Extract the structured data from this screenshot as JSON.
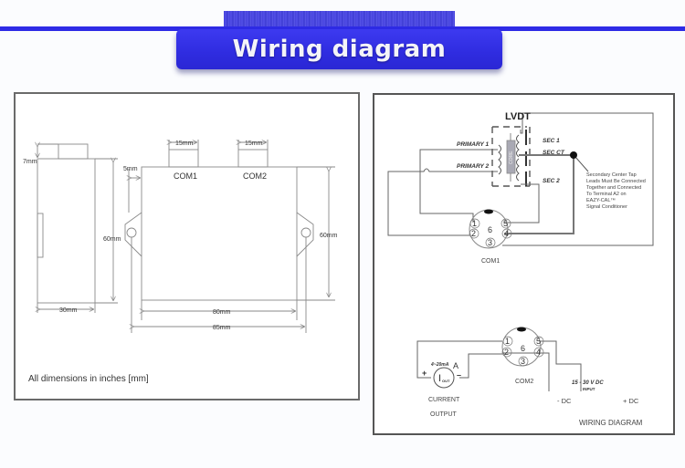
{
  "header": {
    "title": "Wiring diagram",
    "accent_color": "#2e2be6"
  },
  "dimensions_panel": {
    "side_view": {
      "top_height": "7mm",
      "height": "60mm",
      "width": "30mm"
    },
    "front_view": {
      "connector_widths": [
        "15mm",
        "15mm"
      ],
      "connector_labels": [
        "COM1",
        "COM2"
      ],
      "tab_offset": "5mm",
      "height": "60mm",
      "body_width": "80mm",
      "overall_width": "85mm"
    },
    "footnote": "All dimensions in inches [mm]"
  },
  "wiring_panel": {
    "lvdt": {
      "title": "LVDT",
      "primary_labels": [
        "PRIMARY 1",
        "PRIMARY 2"
      ],
      "secondary_labels": [
        "SEC 1",
        "SEC CT",
        "SEC 2"
      ],
      "core_label": "CORE",
      "note_lines": [
        "Secondary Center Tap",
        "Leads Must Be Connected",
        "Together and Connected",
        "To Terminal A2 on",
        "EAZY-CAL™",
        "Signal Conditioner"
      ]
    },
    "com1": {
      "label": "COM1",
      "pins": [
        "1",
        "2",
        "3",
        "4",
        "5",
        "6"
      ]
    },
    "com2": {
      "label": "COM2",
      "pins": [
        "1",
        "2",
        "3",
        "4",
        "5",
        "6"
      ]
    },
    "current_output": {
      "range_label": "4~20mA",
      "range_unit": "A",
      "symbol_main": "I",
      "symbol_sub": "OUT",
      "plus": "+",
      "minus": "–",
      "label_line1": "CURRENT",
      "label_line2": "OUTPUT"
    },
    "dc_input": {
      "voltage": "15 - 30 V DC",
      "input_label": "INPUT",
      "minus_label": "- DC",
      "plus_label": "+ DC"
    },
    "caption": "WIRING DIAGRAM"
  }
}
